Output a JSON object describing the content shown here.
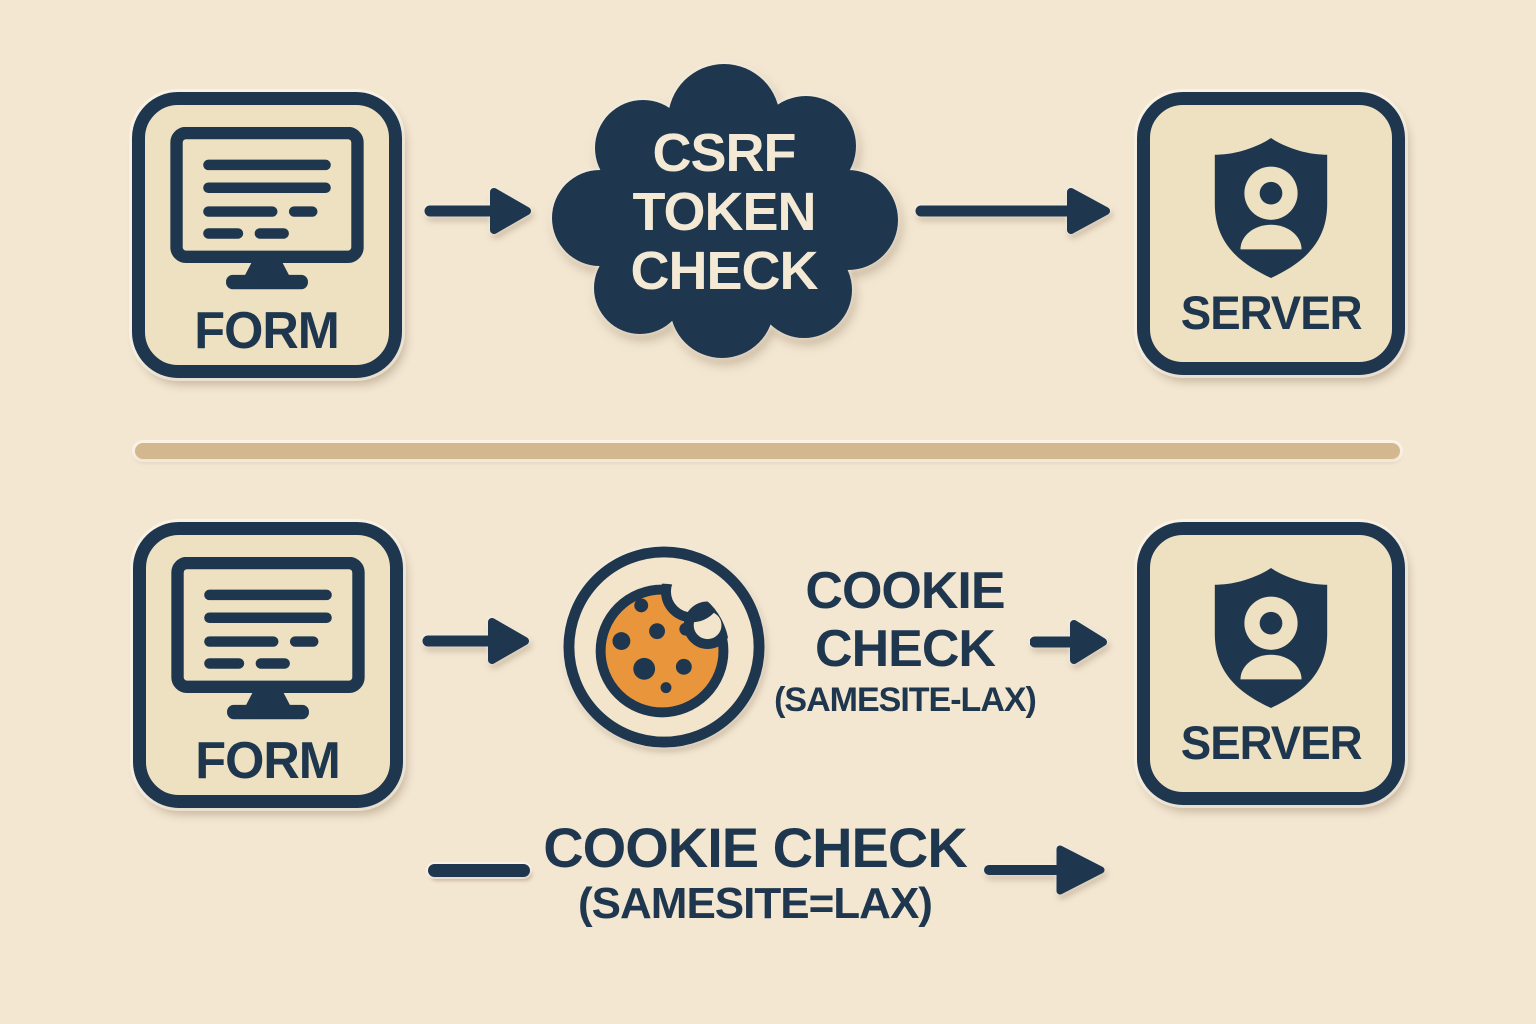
{
  "colors": {
    "background": "#f3e7d2",
    "navy": "#1e374e",
    "box_fill": "#eee1c1",
    "cloud_text_cream": "#f4e9d4",
    "cookie_orange": "#e8953c",
    "divider_tan": "#d3b78e"
  },
  "icons": {
    "form": "monitor-form-icon",
    "server": "shield-person-icon",
    "cookie": "cookie-bite-icon",
    "flow": "arrow-right-icon",
    "check_cloud": "cloud-shape"
  },
  "top_flow": {
    "form": {
      "label": "FORM"
    },
    "cloud": {
      "line1": "CSRF",
      "line2": "TOKEN",
      "line3": "CHECK"
    },
    "server": {
      "label": "SERVER"
    }
  },
  "bottom_flow": {
    "form": {
      "label": "FORM"
    },
    "cookie_check": {
      "line1": "COOKIE",
      "line2": "CHECK",
      "line3": "(SAMESITE-LAX)"
    },
    "server": {
      "label": "SERVER"
    }
  },
  "footer": {
    "line1": "COOKIE CHECK",
    "line2": "(SAMESITE=LAX)"
  }
}
